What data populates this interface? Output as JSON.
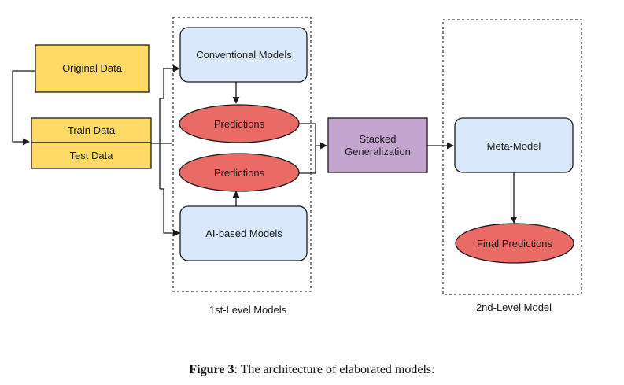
{
  "nodes": {
    "original_data": "Original Data",
    "train_data": "Train Data",
    "test_data": "Test Data",
    "conventional_models": "Conventional Models",
    "predictions_1": "Predictions",
    "predictions_2": "Predictions",
    "ai_models": "AI-based Models",
    "stacked_line1": "Stacked",
    "stacked_line2": "Generalization",
    "meta_model": "Meta-Model",
    "final_predictions": "Final Predictions"
  },
  "groups": {
    "first_level": "1st-Level Models",
    "second_level": "2nd-Level Model"
  },
  "caption": {
    "label": "Figure 3",
    "text": ": The architecture of elaborated models:"
  },
  "colors": {
    "data_box": "#FFD966",
    "model_box": "#DAE8FC",
    "prediction": "#EA6B66",
    "stacked": "#C3A5CF",
    "line": "#1a1a1a"
  }
}
